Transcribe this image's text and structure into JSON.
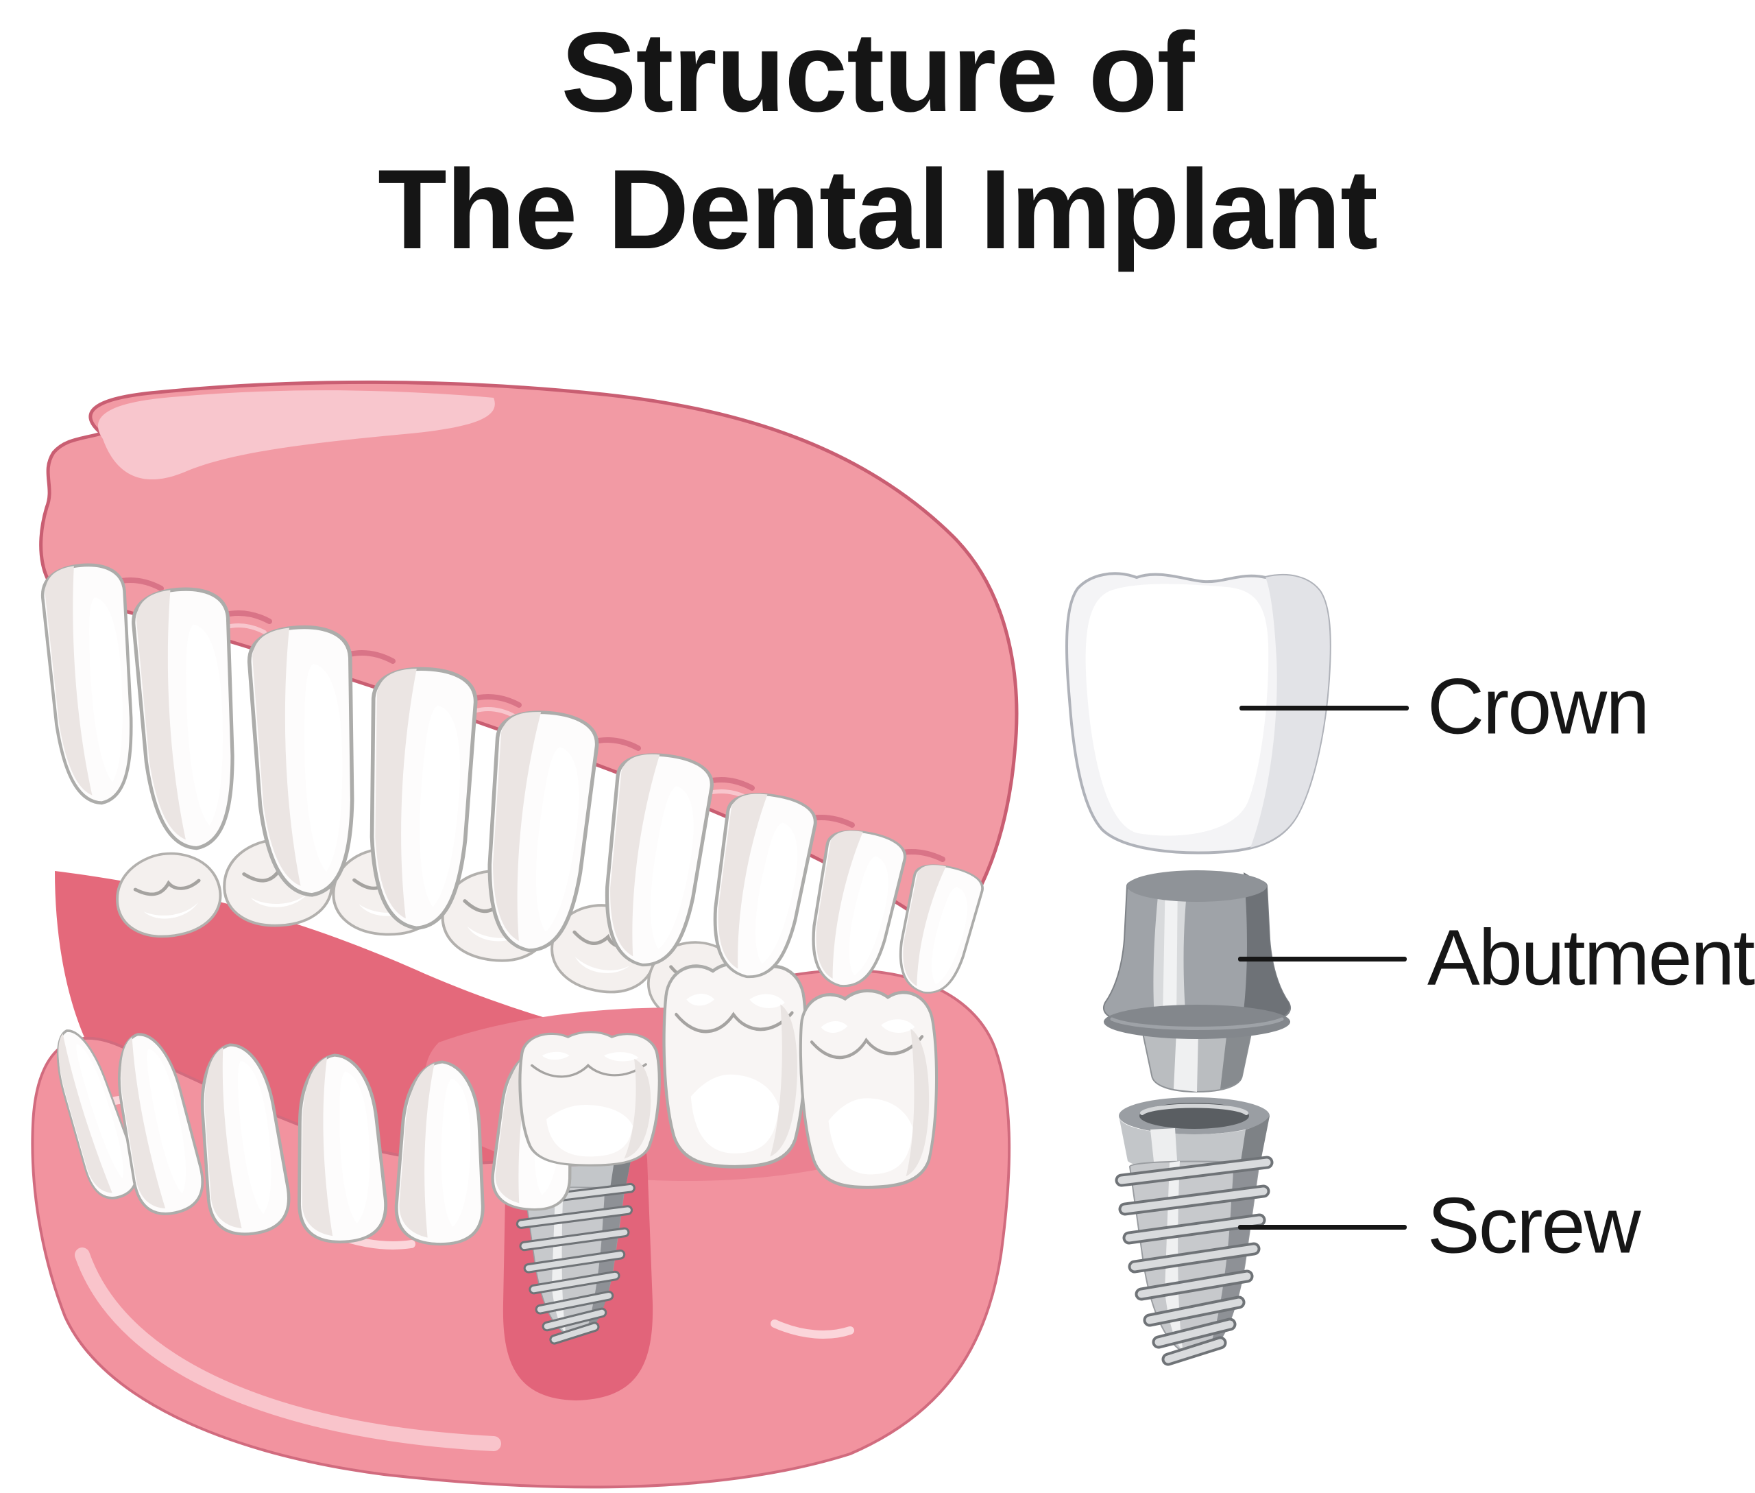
{
  "title": {
    "line1": "Structure of",
    "line2": "The Dental Implant"
  },
  "parts": [
    {
      "id": "crown",
      "label": "Crown"
    },
    {
      "id": "abutment",
      "label": "Abutment"
    },
    {
      "id": "screw",
      "label": "Screw"
    }
  ],
  "illustrations": {
    "model": "open-denture-model-with-implant",
    "crown": "crown-illustration",
    "abutment": "abutment-illustration",
    "screw": "screw-illustration"
  },
  "colors": {
    "background": "#FFFFFF",
    "gum_pink": "#F29AA4",
    "gum_outline": "#CC5F73",
    "gum_highlight": "#F8C6CD",
    "inner_mouth": "#E4697B",
    "tongue": "#EB8191",
    "tooth_white": "#FDFCFC",
    "tooth_shade": "#EBE5E3",
    "tooth_outline": "#ACACAA",
    "metal_light": "#EFF0F1",
    "metal_mid": "#C7C9CC",
    "metal_dark": "#6E7277",
    "text": "#161616",
    "connector_line": "#161616"
  }
}
